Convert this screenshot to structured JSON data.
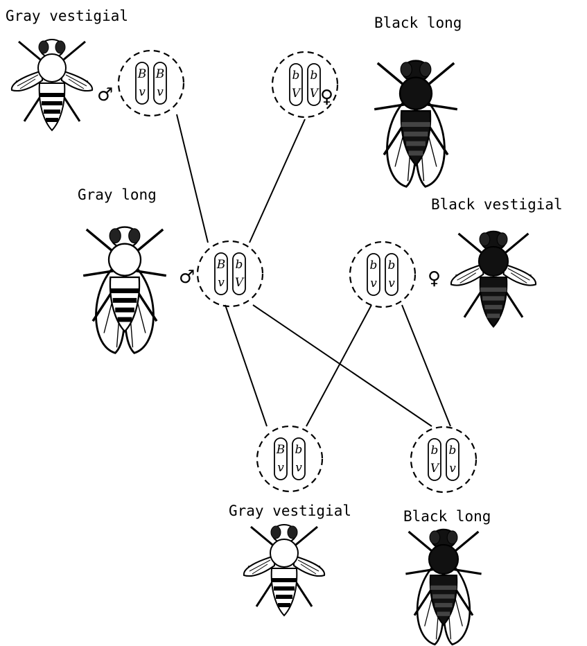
{
  "flies": [
    {
      "id": "fly-gray-vestigial-parent",
      "label": "Gray vestigial",
      "body": "gray",
      "wings": "vestigial"
    },
    {
      "id": "fly-black-long-parent",
      "label": "Black long",
      "body": "black",
      "wings": "long"
    },
    {
      "id": "fly-gray-long-f1",
      "label": "Gray long",
      "body": "gray",
      "wings": "long"
    },
    {
      "id": "fly-black-vestigial-f1",
      "label": "Black vestigial",
      "body": "black",
      "wings": "vestigial"
    },
    {
      "id": "fly-gray-vestigial-offspring",
      "label": "Gray vestigial",
      "body": "gray",
      "wings": "vestigial"
    },
    {
      "id": "fly-black-long-offspring",
      "label": "Black long",
      "body": "black",
      "wings": "long"
    }
  ],
  "genotypes": [
    {
      "id": "parent-male",
      "sex": "♂",
      "chromosomes": [
        [
          "B",
          "v"
        ],
        [
          "B",
          "v"
        ]
      ]
    },
    {
      "id": "parent-female",
      "sex": "♀",
      "chromosomes": [
        [
          "b",
          "V"
        ],
        [
          "b",
          "V"
        ]
      ]
    },
    {
      "id": "f1-male",
      "sex": "♂",
      "chromosomes": [
        [
          "B",
          "v"
        ],
        [
          "b",
          "V"
        ]
      ]
    },
    {
      "id": "f1-female",
      "sex": "♀",
      "chromosomes": [
        [
          "b",
          "v"
        ],
        [
          "b",
          "v"
        ]
      ]
    },
    {
      "id": "offspring-gray-vestigial",
      "sex": "",
      "chromosomes": [
        [
          "B",
          "v"
        ],
        [
          "b",
          "v"
        ]
      ]
    },
    {
      "id": "offspring-black-long",
      "sex": "",
      "chromosomes": [
        [
          "b",
          "V"
        ],
        [
          "b",
          "v"
        ]
      ]
    }
  ],
  "connections": [
    [
      "parent-male",
      "f1-male"
    ],
    [
      "parent-female",
      "f1-male"
    ],
    [
      "f1-male",
      "offspring-gray-vestigial"
    ],
    [
      "f1-male",
      "offspring-black-long"
    ],
    [
      "f1-female",
      "offspring-gray-vestigial"
    ],
    [
      "f1-female",
      "offspring-black-long"
    ]
  ]
}
